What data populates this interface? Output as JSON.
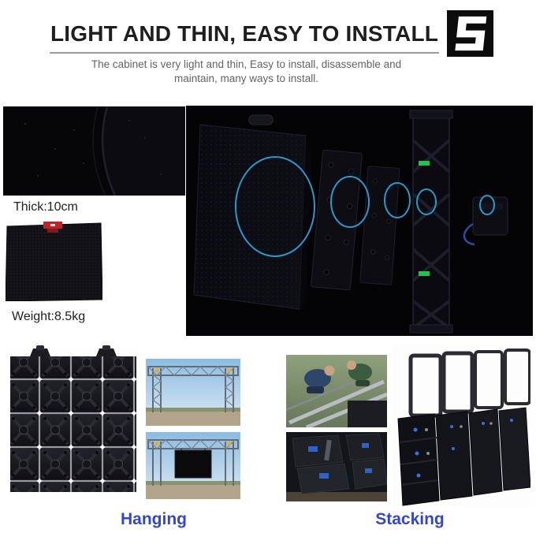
{
  "header": {
    "title": "LIGHT AND THIN, EASY TO INSTALL",
    "logo_glyph": "S",
    "subtitle_line1": "The cabinet is very light and thin, Easy to install, disassemble and",
    "subtitle_line2": "maintain, many ways to install."
  },
  "specs": {
    "thickness": "Thick:10cm",
    "weight": "Weight:8.5kg"
  },
  "install_methods": {
    "hanging_label": "Hanging",
    "stacking_label": "Stacking"
  },
  "colors": {
    "caption_blue": "#3347c5",
    "highlight_blue": "#2f9fd6",
    "status_green": "#23c24d",
    "clamp_red": "#c22228",
    "photo_black": "#040406"
  }
}
